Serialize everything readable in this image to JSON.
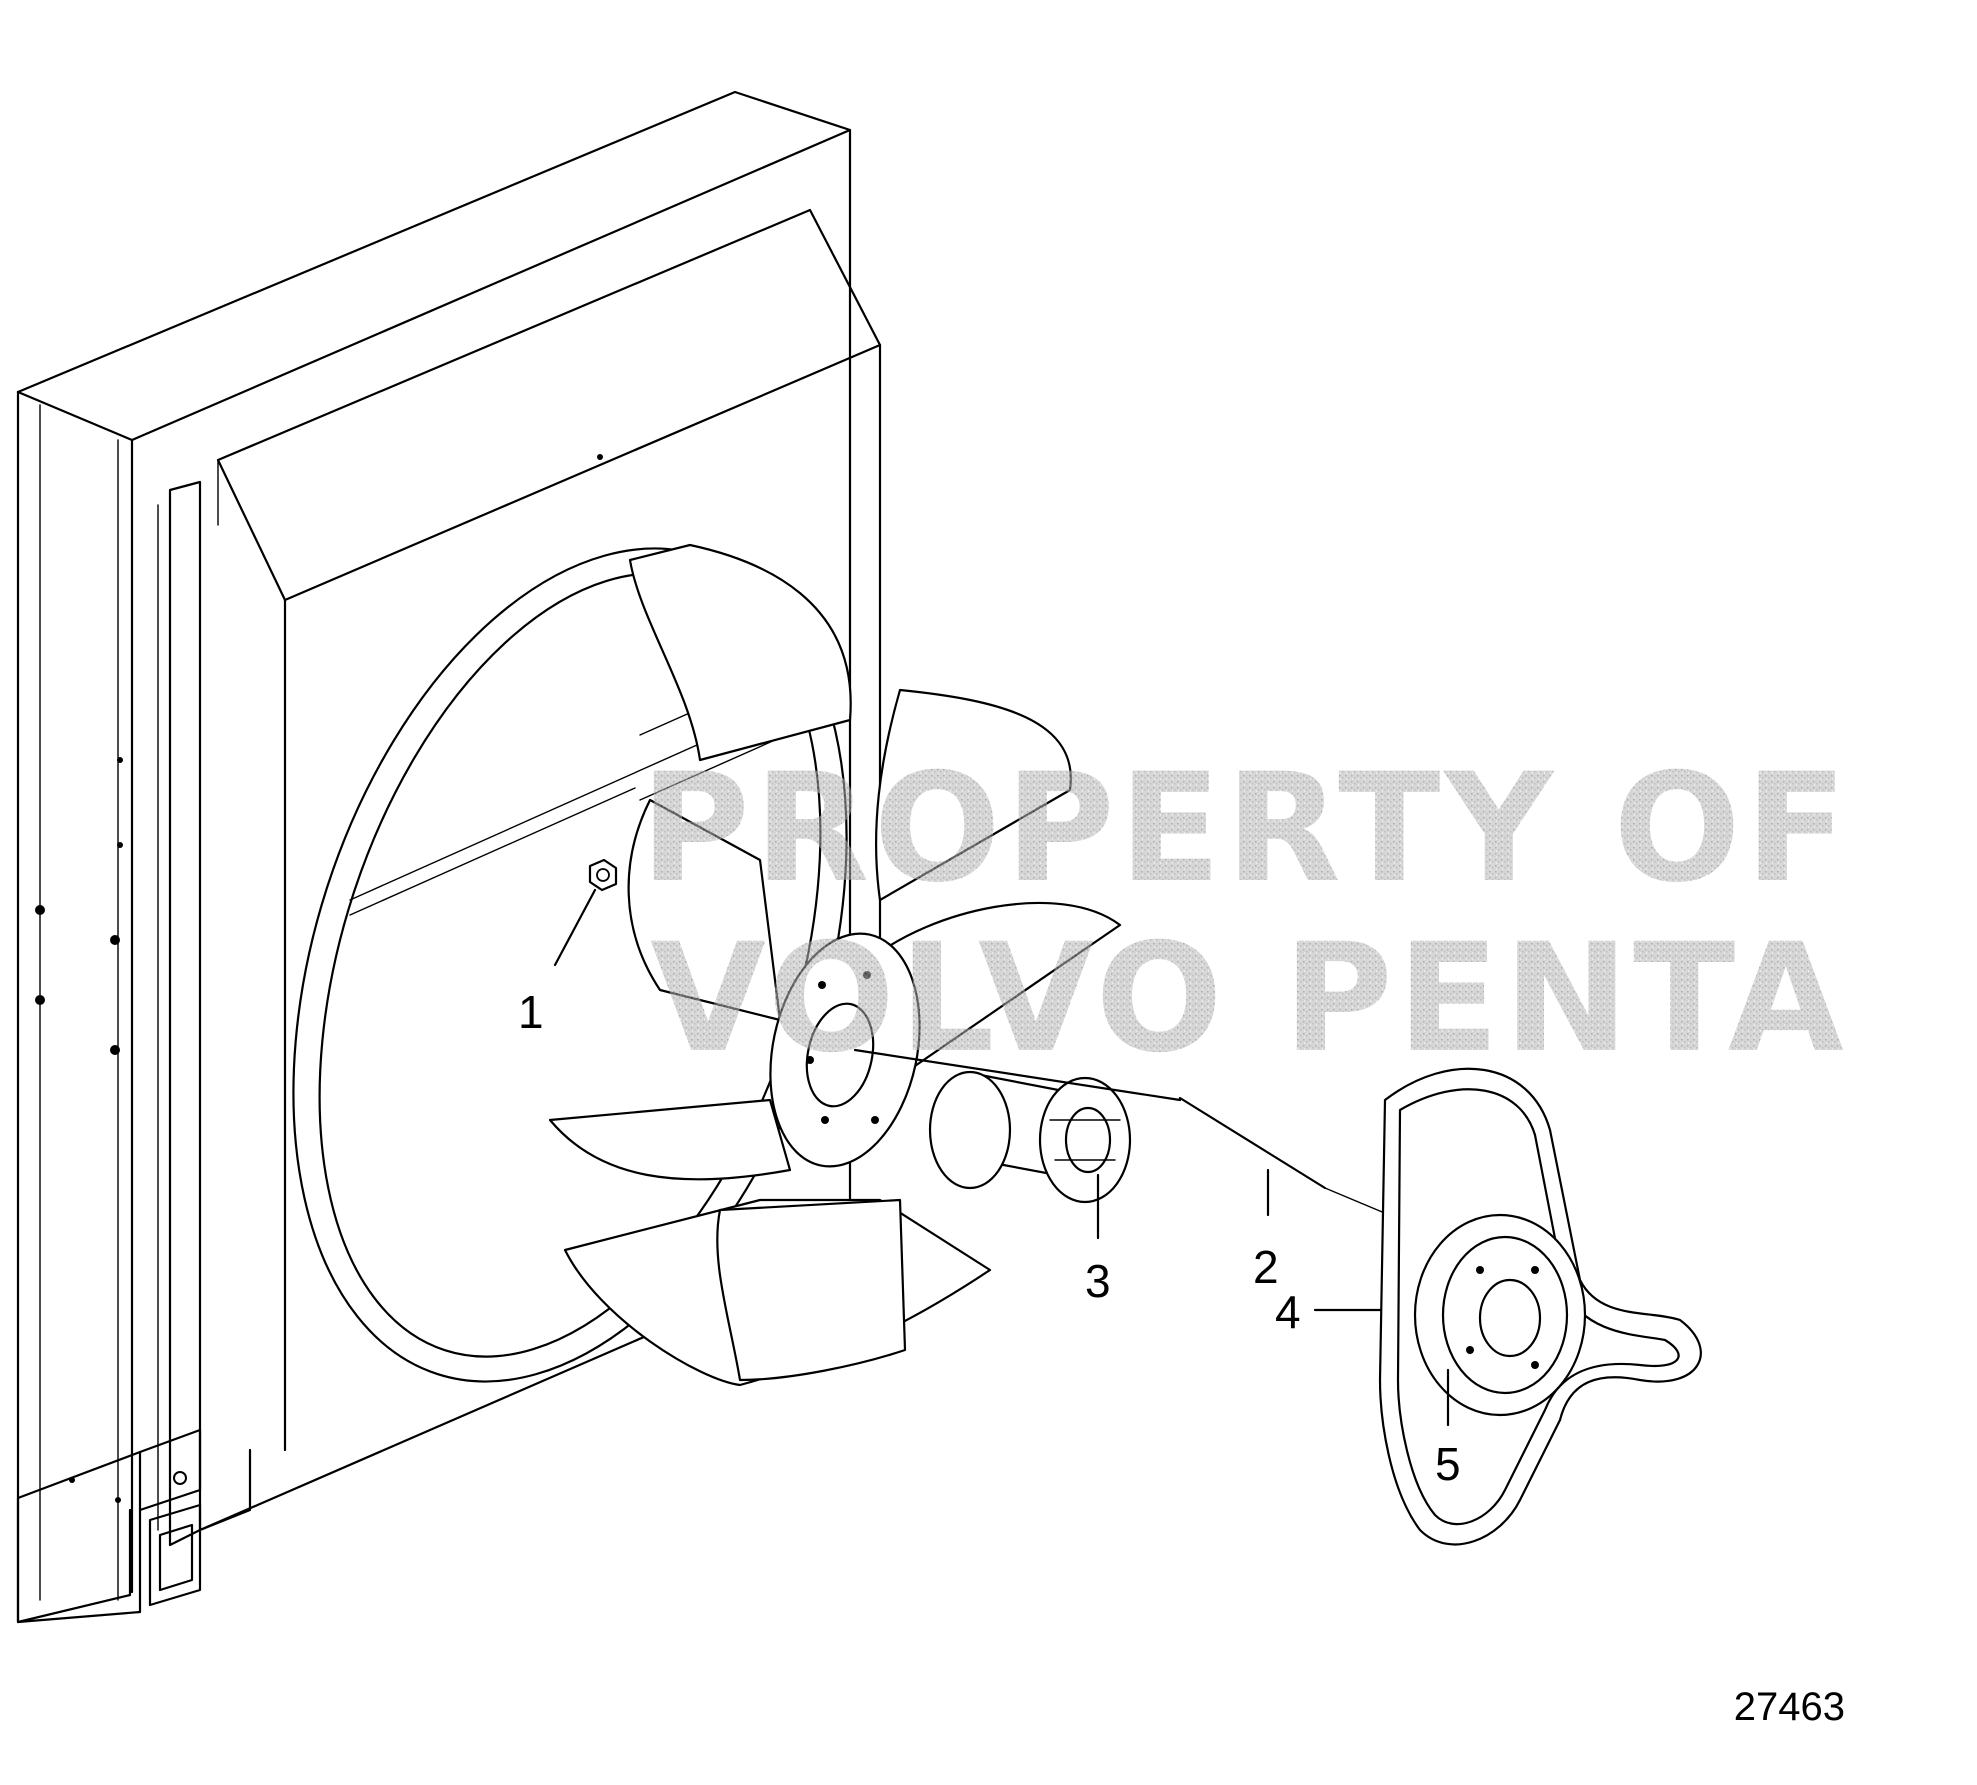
{
  "figure_number": "27463",
  "watermark": {
    "line1": "PROPERTY OF",
    "line2": "VOLVO PENTA"
  },
  "callouts": [
    {
      "id": "callout-1",
      "label": "1"
    },
    {
      "id": "callout-2",
      "label": "2"
    },
    {
      "id": "callout-3",
      "label": "3"
    },
    {
      "id": "callout-4",
      "label": "4"
    },
    {
      "id": "callout-5",
      "label": "5"
    }
  ]
}
